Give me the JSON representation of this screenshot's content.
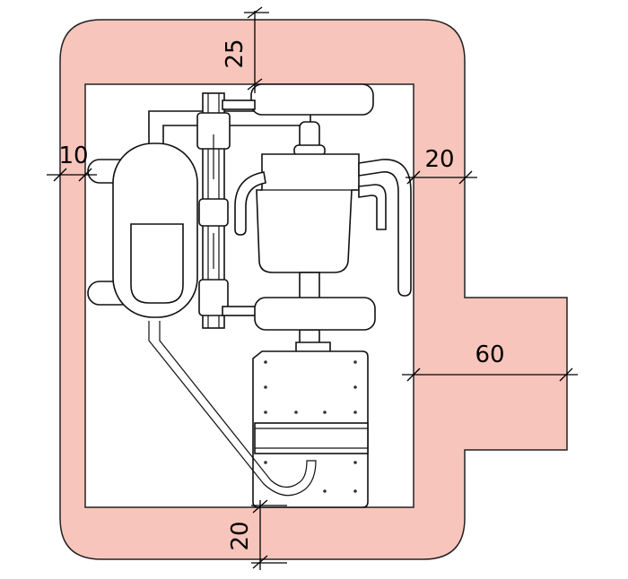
{
  "colors": {
    "safety_zone": "#f7c5bb",
    "zone_outline": "#222222",
    "inner_area": "#ffffff",
    "equipment_stroke": "#111111"
  },
  "dimensions": {
    "top": "25",
    "left": "10",
    "right": "20",
    "extension": "60",
    "bottom": "20"
  }
}
